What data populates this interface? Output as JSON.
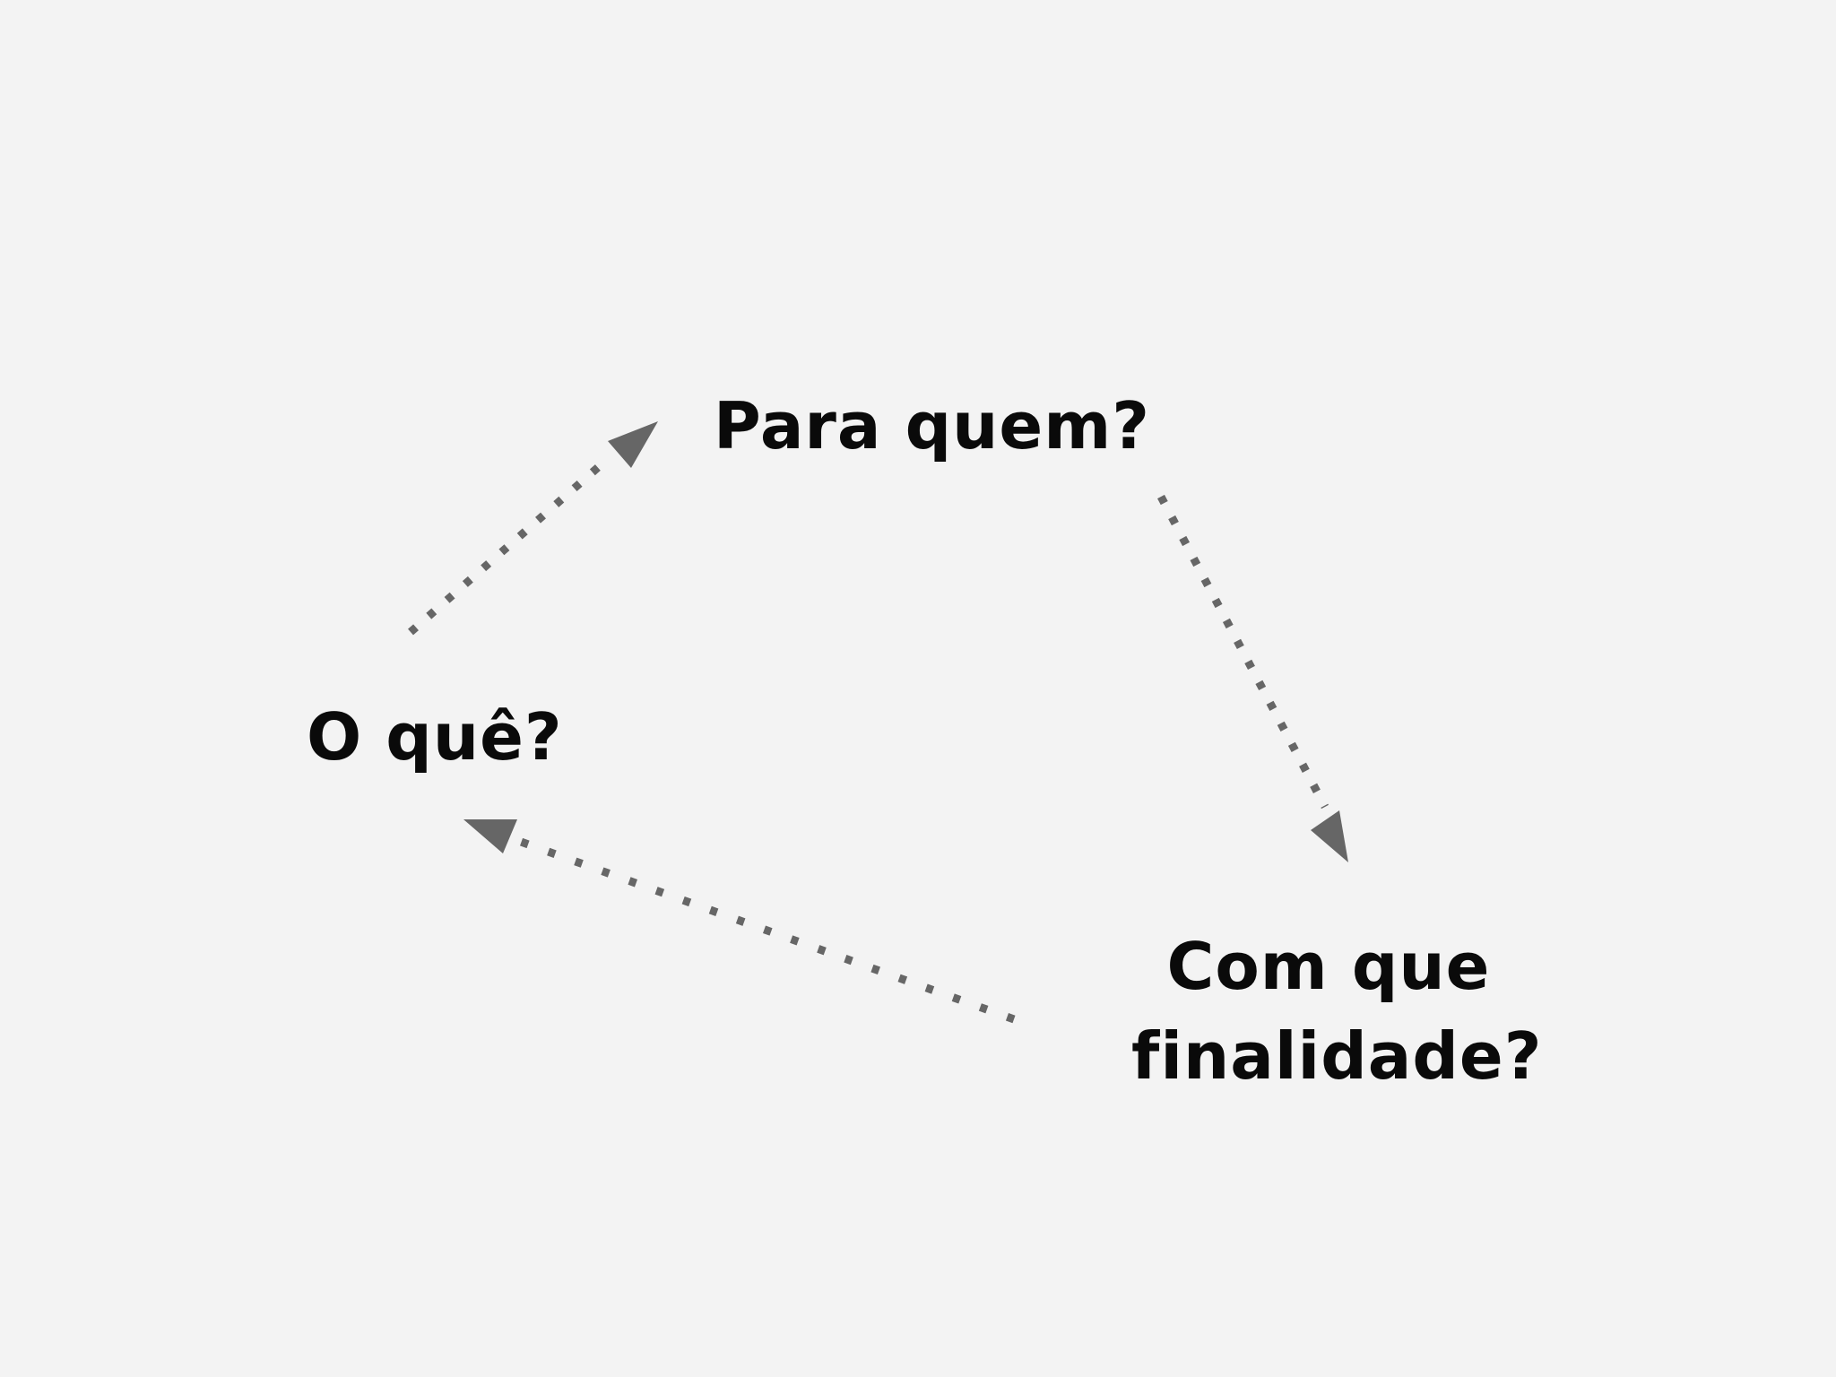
{
  "diagram": {
    "nodes": {
      "para_quem": "Para quem?",
      "o_que": "O quê?",
      "com_que_finalidade": {
        "line1": "Com que",
        "line2": "finalidade?"
      }
    },
    "edges": [
      {
        "from": "O quê?",
        "to": "Para quem?",
        "style": "dotted"
      },
      {
        "from": "Para quem?",
        "to": "Com que finalidade?",
        "style": "dotted"
      },
      {
        "from": "Com que finalidade?",
        "to": "O quê?",
        "style": "dotted"
      }
    ],
    "colors": {
      "background": "#f3f3f3",
      "text": "#0a0a0a",
      "arrow": "#666666"
    }
  }
}
